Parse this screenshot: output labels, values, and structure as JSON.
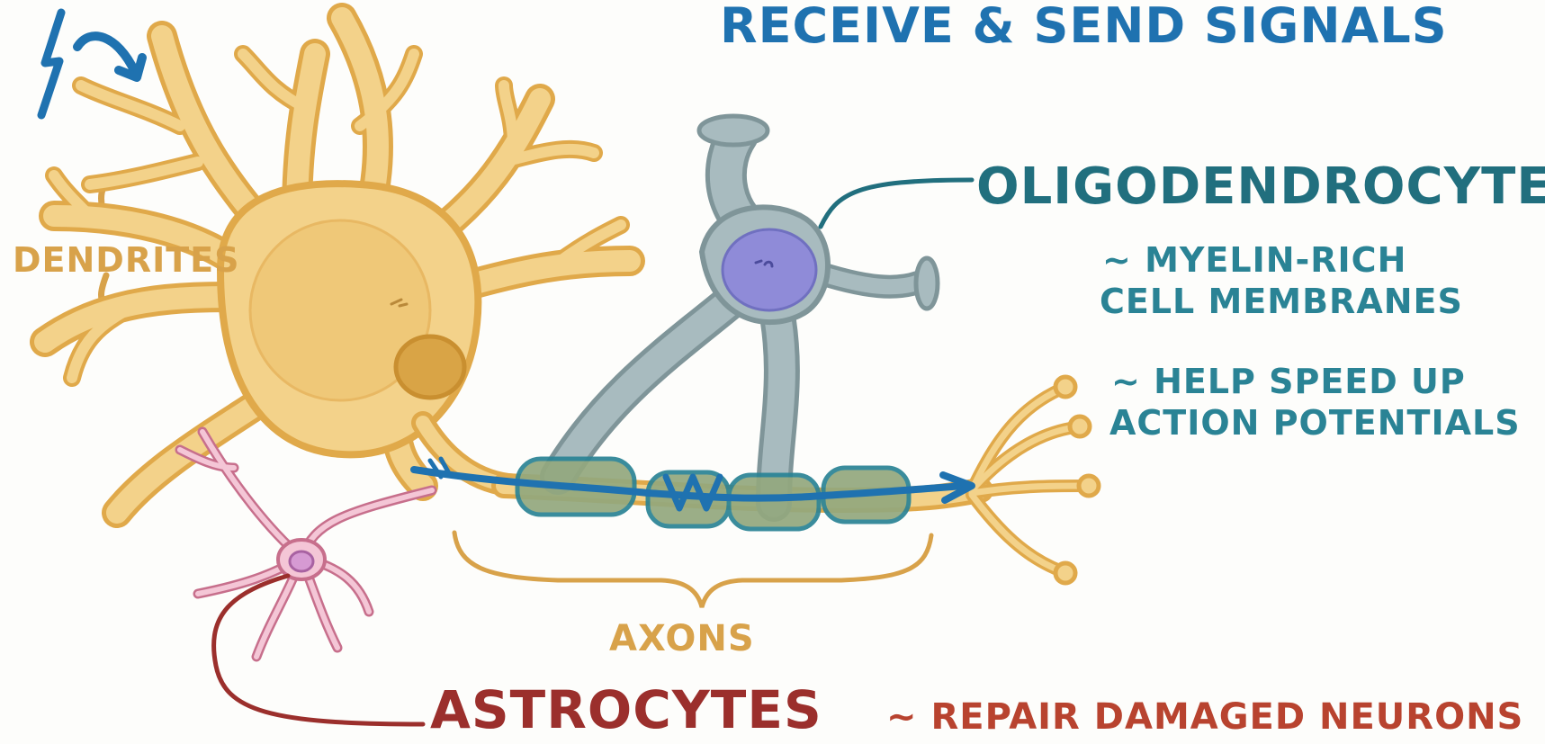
{
  "title": "RECEIVE & SEND SIGNALS",
  "labels": {
    "dendrites": "DENDRITES",
    "axons": "AXONS",
    "oligodendrocytes": "OLIGODENDROCYTES",
    "astrocytes": "ASTROCYTES"
  },
  "notes": {
    "oligodendrocytes": [
      "~ MYELIN-RICH",
      "CELL MEMBRANES",
      "~ HELP SPEED UP",
      "ACTION POTENTIALS"
    ],
    "astrocytes": "~ REPAIR DAMAGED NEURONS"
  },
  "colors": {
    "neuron": "#f3d28a",
    "neuron_outline": "#e0a94a",
    "oligodendrocyte": "#9fb2b6",
    "myelin": "#2a8395",
    "signal": "#1f72b0",
    "astrocyte": "#f4c6d6",
    "astrocyte_label": "#9b2f2c",
    "background": "#fdfdfb"
  },
  "icons": [
    "lightning-bolt-icon",
    "curved-arrow-icon",
    "signal-arrow-icon"
  ]
}
